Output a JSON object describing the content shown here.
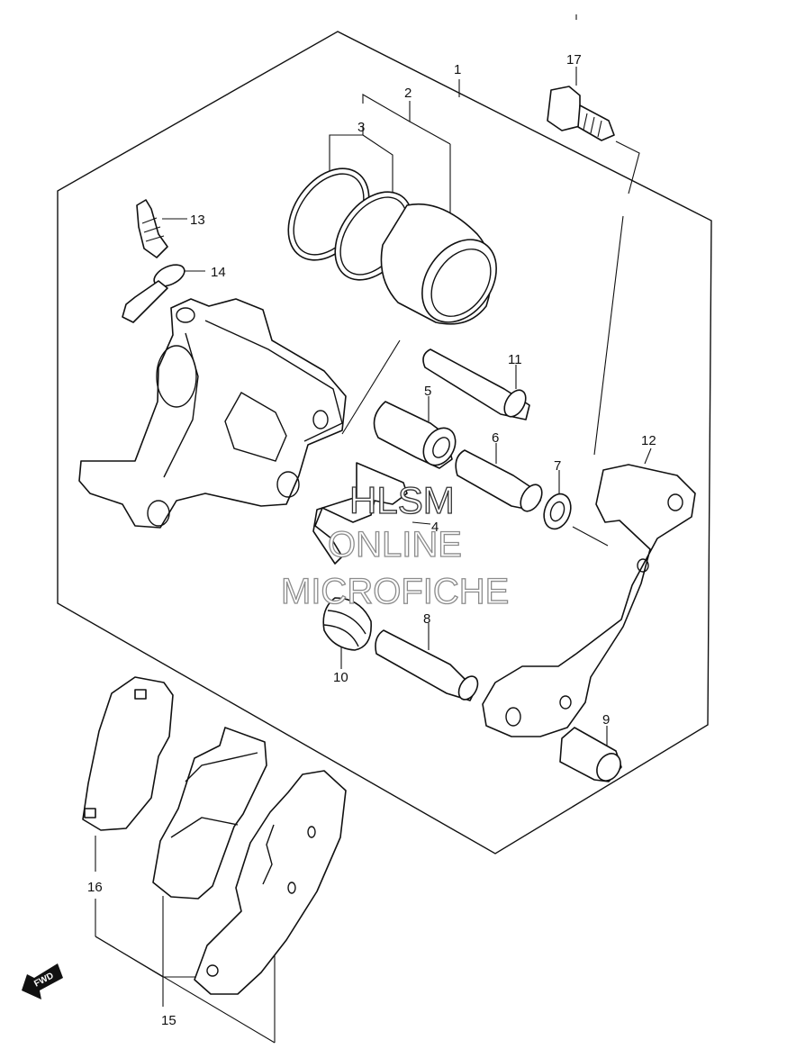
{
  "callouts": [
    "1",
    "2",
    "3",
    "4",
    "5",
    "6",
    "7",
    "8",
    "9",
    "10",
    "11",
    "12",
    "13",
    "14",
    "15",
    "16",
    "17"
  ],
  "watermark": [
    "HLSM",
    "ONLINE",
    "MICROFICHE"
  ],
  "direction_badge": {
    "label": "FWD",
    "icon": "arrow-left-down-icon"
  }
}
